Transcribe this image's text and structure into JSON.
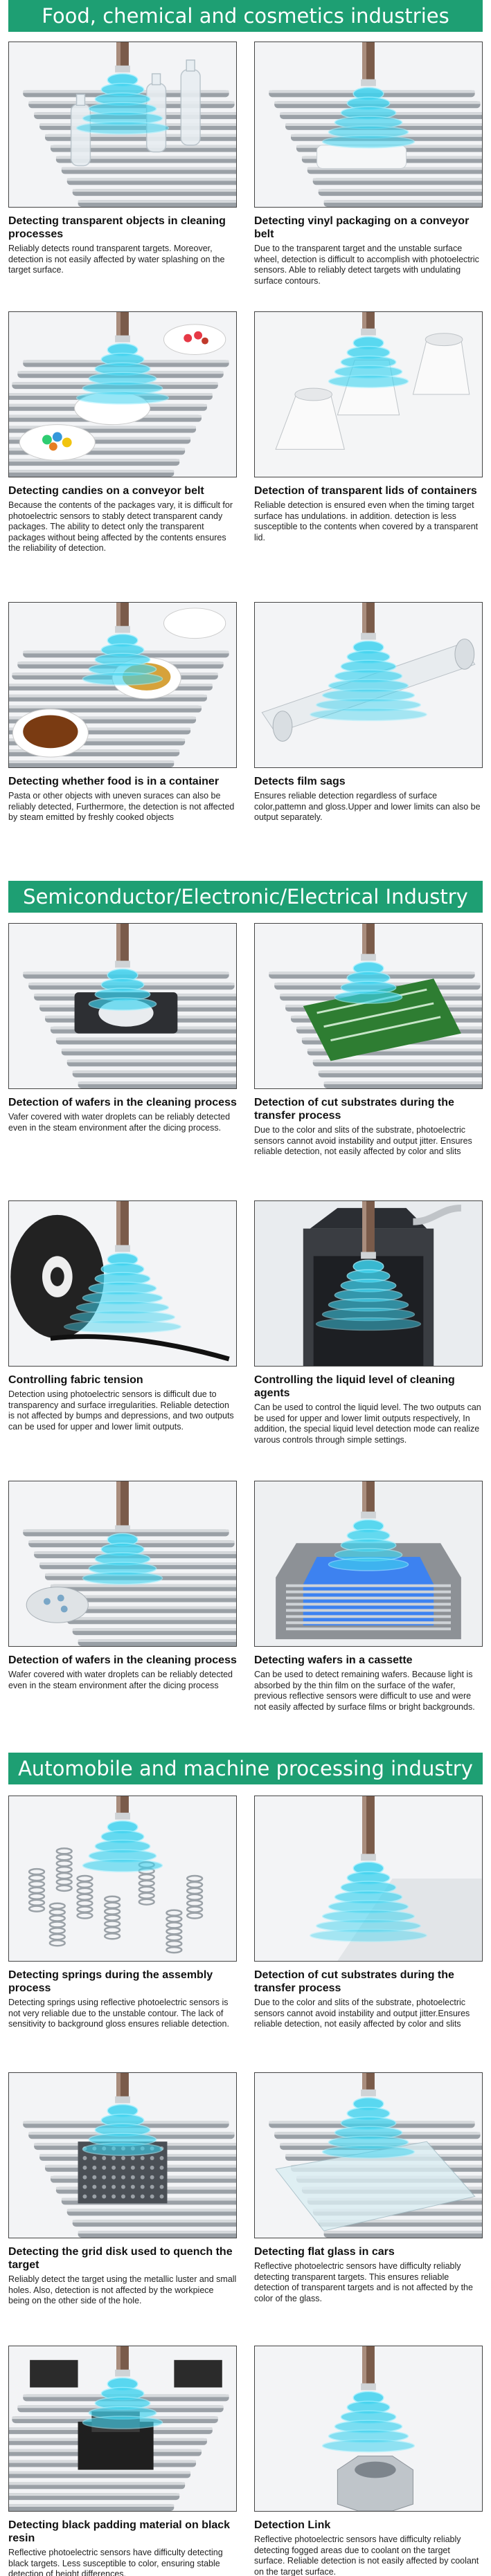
{
  "sections": [
    {
      "title": "Food, chemical and cosmetics industries",
      "cards": [
        {
          "title": "Detecting transparent objects in cleaning processes",
          "text": "Reliably detects round transparent targets. Moreover, detection is not easily affected by water splashing on the target surface."
        },
        {
          "title": "Detecting vinyl packaging on a conveyor belt",
          "text": "Due to the transparent target and the unstable surface wheel, detection is difficult to accomplish with photoelectric sensors. Able to reliably detect targets with undulating surface contours."
        },
        {
          "title": "Detecting candies on a conveyor belt",
          "text": "Because the contents of the packages vary, it is difficult for photoelectric sensors to stably detect transparent candy packages. The ability to detect only the transparent packages without being affected by the contents ensures the reliability of detection."
        },
        {
          "title": "Detection of transparent lids of containers",
          "text": "Reliable detection is ensured even when the timing target surface has undulations. in addition. detection is less susceptible to the contents when covered by a transparent lid."
        },
        {
          "title": "Detecting whether food is in a container",
          "text": "Pasta or other objects with uneven suraces can also be reliably detected, Furthermore, the detection is not affected by steam emitted by freshly cooked objects"
        },
        {
          "title": "Detects film sags",
          "text": "Ensures reliable detection regardless of surface color,pattemn and gloss.Upper and lower limits can also be output separately."
        }
      ]
    },
    {
      "title": "Semiconductor/Electronic/Electrical Industry",
      "cards": [
        {
          "title": "Detection of wafers in the cleaning process",
          "text": "Vafer covered with water droplets can be reliably detected even in the steam environment after the dicing process."
        },
        {
          "title": "Detection of cut substrates during the transfer process",
          "text": "Due to the color and slits of the substrate, photoelectric sensors cannot avoid instability and output jitter. Ensures reliable detection, not easily affected by color and slits"
        },
        {
          "title": "Controlling fabric tension",
          "text": "Detection using photoelectric sensors is difficult due to transparency and surface irregularities. Reliable detection is not affected by bumps and depressions, and two outputs can be used for upper and lower limit outputs."
        },
        {
          "title": "Controlling the liquid level of cleaning agents",
          "text": "Can be used to control the liquid level. The two outputs can be used for upper and lower limit outputs respectively, In addition, the special liquid level detection mode can realize varous controls through simple settings."
        },
        {
          "title": "Detection of wafers in the cleaning process",
          "text": "Wafer covered with water droplets can be reliably detected even in the steam environment after the dicing process"
        },
        {
          "title": "Detecting wafers in a cassette",
          "text": "Can be used to detect remaining wafers. Because light is absorbed by the thin film on the surface of the wafer, previous reflective sensors were difficult to use and were not easily affected by surface films or bright backgrounds."
        }
      ]
    },
    {
      "title": "Automobile and machine processing industry",
      "cards": [
        {
          "title": "Detecting springs during the assembly process",
          "text": "Detecting springs using reflective photoelectric sensors is not very reliable due to the unstable contour. The lack of sensitivity to background gloss ensures reliable detection."
        },
        {
          "title": "Detection of cut substrates during the transfer process",
          "text": "Due to the color and slits of the substrate, photoelectric sensors cannot avoid instability and output jitter.Ensures reliable detection, not easily affected by color and slits"
        },
        {
          "title": "Detecting the grid disk used to quench the target",
          "text": "Reliably detect the target using the metallic luster and small holes. Also, detection is not affected by the workpiece being on the other side of the hole."
        },
        {
          "title": "Detecting flat glass in cars",
          "text": "Reflective photoelectric sensors have difficulty reliably detecting transparent targets. This ensures reliable detection of transparent targets and is not affected by the color of the glass."
        },
        {
          "title": "Detecting black padding material on black resin",
          "text": "Reflective photoelectric sensors have difficulty detecting black targets. Less susceptible to color, ensuring stable detection of height differences."
        },
        {
          "title": "Detection Link",
          "text": "Reflective photoelectric sensors have difficulty reliably detecting fogged areas due to coolant on the target surface. Reliable detection is not easily affected by coolant on the target surface."
        }
      ]
    }
  ],
  "colors": {
    "header_bg": "#1e9f73",
    "wave": "#3fd3ef",
    "sensor": "#6b4a3a"
  }
}
